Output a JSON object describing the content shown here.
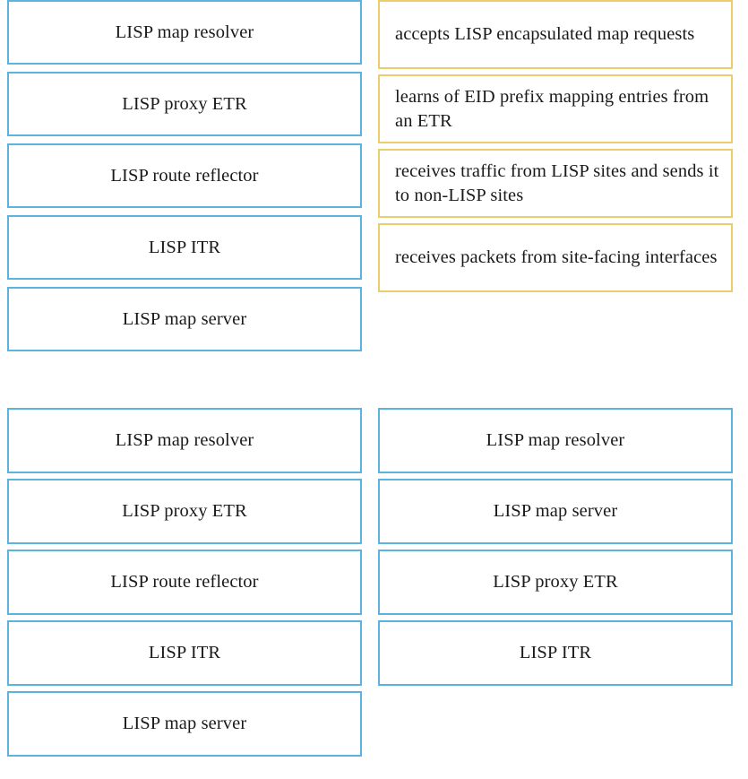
{
  "top_section": {
    "terms_column": {
      "items": [
        {
          "label": "LISP map resolver"
        },
        {
          "label": "LISP proxy ETR"
        },
        {
          "label": "LISP route reflector"
        },
        {
          "label": "LISP ITR"
        },
        {
          "label": "LISP map server"
        }
      ]
    },
    "definitions_column": {
      "items": [
        {
          "label": "accepts LISP encapsulated map requests"
        },
        {
          "label": "learns of EID prefix mapping entries from an ETR"
        },
        {
          "label": "receives traffic from LISP sites and sends it to non-LISP sites"
        },
        {
          "label": "receives packets from site-facing interfaces"
        }
      ]
    }
  },
  "bottom_section": {
    "terms_column": {
      "items": [
        {
          "label": "LISP map resolver"
        },
        {
          "label": "LISP proxy ETR"
        },
        {
          "label": "LISP route reflector"
        },
        {
          "label": "LISP ITR"
        },
        {
          "label": "LISP map server"
        }
      ]
    },
    "answers_column": {
      "items": [
        {
          "label": "LISP map resolver"
        },
        {
          "label": "LISP map server"
        },
        {
          "label": "LISP proxy ETR"
        },
        {
          "label": "LISP ITR"
        }
      ]
    }
  },
  "colors": {
    "term_border": "#5bb4e0",
    "definition_border": "#ebce6b",
    "background": "#ffffff",
    "text": "#1a1a1a"
  }
}
